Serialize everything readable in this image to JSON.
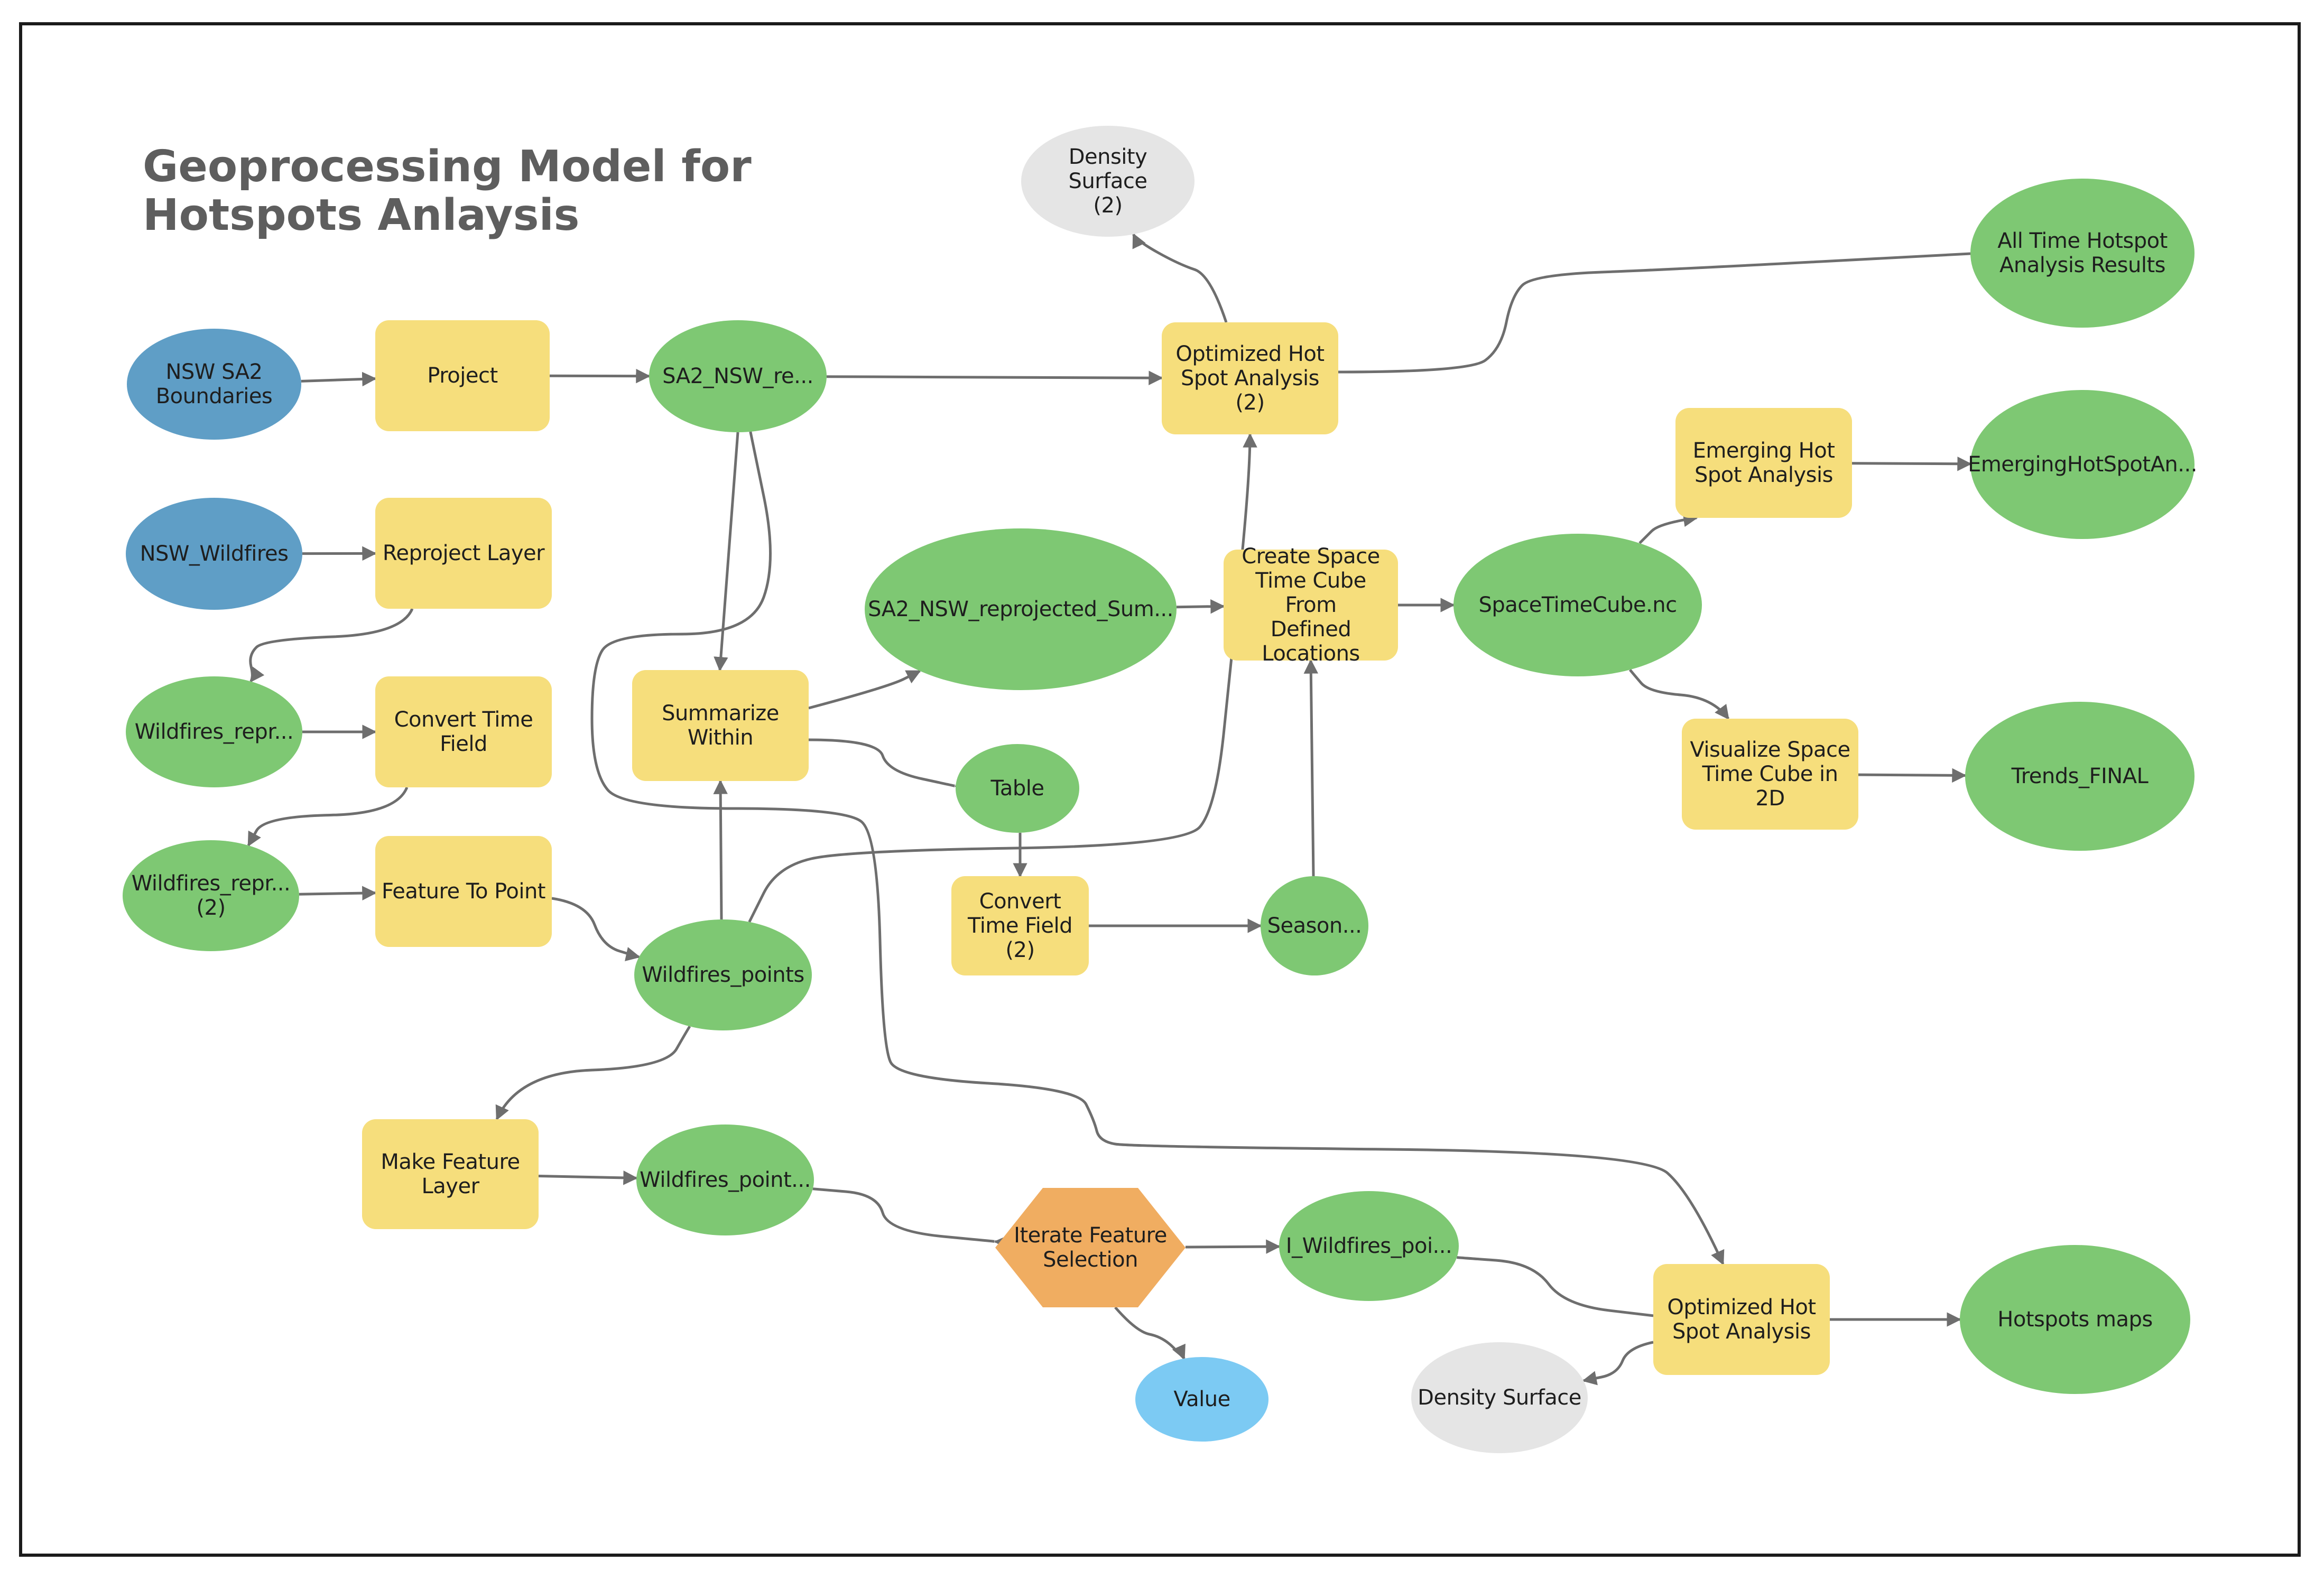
{
  "title": {
    "line1": "Geoprocessing Model for",
    "line2": "Hotspots Anlaysis"
  },
  "colors": {
    "input_blue": "#5f9ec6",
    "output_green": "#7ec873",
    "tool_yellow": "#f6de7c",
    "iterator_orange": "#f0ad61",
    "value_blue": "#7ccaf3",
    "grey_output": "#e5e5e5",
    "connector": "#6e6e6e"
  },
  "nodes": [
    {
      "id": "nsw_sa2",
      "label": "NSW SA2\nBoundaries",
      "shape": "ellipse",
      "kind": "input"
    },
    {
      "id": "project",
      "label": "Project",
      "shape": "rect",
      "kind": "tool"
    },
    {
      "id": "sa2_nsw_re",
      "label": "SA2_NSW_re...",
      "shape": "ellipse",
      "kind": "output"
    },
    {
      "id": "density_surface_2",
      "label": "Density Surface\n(2)",
      "shape": "ellipse",
      "kind": "grey"
    },
    {
      "id": "optimized_hot_spot_2",
      "label": "Optimized Hot\nSpot Analysis (2)",
      "shape": "rect",
      "kind": "tool"
    },
    {
      "id": "all_time_results",
      "label": "All Time Hotspot\nAnalysis Results",
      "shape": "ellipse",
      "kind": "output"
    },
    {
      "id": "nsw_wildfires",
      "label": "NSW_Wildfires",
      "shape": "ellipse",
      "kind": "input"
    },
    {
      "id": "reproject_layer",
      "label": "Reproject Layer",
      "shape": "rect",
      "kind": "tool"
    },
    {
      "id": "emerging_hot_spot",
      "label": "Emerging Hot\nSpot Analysis",
      "shape": "rect",
      "kind": "tool"
    },
    {
      "id": "emerging_output",
      "label": "EmergingHotSpotAn...",
      "shape": "ellipse",
      "kind": "output"
    },
    {
      "id": "sa2_summary",
      "label": "SA2_NSW_reprojected_Sum...",
      "shape": "ellipse",
      "kind": "output"
    },
    {
      "id": "create_space_time_cube",
      "label": "Create Space\nTime Cube From\nDefined\nLocations",
      "shape": "rect",
      "kind": "tool"
    },
    {
      "id": "space_time_cube",
      "label": "SpaceTimeCube.nc",
      "shape": "ellipse",
      "kind": "output"
    },
    {
      "id": "wildfires_repr",
      "label": "Wildfires_repr...",
      "shape": "ellipse",
      "kind": "output"
    },
    {
      "id": "convert_time_field",
      "label": "Convert Time\nField",
      "shape": "rect",
      "kind": "tool"
    },
    {
      "id": "summarize_within",
      "label": "Summarize\nWithin",
      "shape": "rect",
      "kind": "tool"
    },
    {
      "id": "table",
      "label": "Table",
      "shape": "ellipse",
      "kind": "output"
    },
    {
      "id": "visualize_space_time",
      "label": "Visualize Space\nTime Cube in 2D",
      "shape": "rect",
      "kind": "tool"
    },
    {
      "id": "trends_final",
      "label": "Trends_FINAL",
      "shape": "ellipse",
      "kind": "output"
    },
    {
      "id": "wildfires_repr_2",
      "label": "Wildfires_repr...\n(2)",
      "shape": "ellipse",
      "kind": "output"
    },
    {
      "id": "feature_to_point",
      "label": "Feature To Point",
      "shape": "rect",
      "kind": "tool"
    },
    {
      "id": "convert_time_field_2",
      "label": "Convert\nTime Field\n(2)",
      "shape": "rect",
      "kind": "tool"
    },
    {
      "id": "season",
      "label": "Season...",
      "shape": "ellipse",
      "kind": "output"
    },
    {
      "id": "wildfires_points",
      "label": "Wildfires_points",
      "shape": "ellipse",
      "kind": "output"
    },
    {
      "id": "make_feature_layer",
      "label": "Make Feature\nLayer",
      "shape": "rect",
      "kind": "tool"
    },
    {
      "id": "wildfires_point_layer",
      "label": "Wildfires_point...",
      "shape": "ellipse",
      "kind": "output"
    },
    {
      "id": "iterate_feature_selection",
      "label": "Iterate Feature\nSelection",
      "shape": "hex",
      "kind": "iterator"
    },
    {
      "id": "i_wildfires_poi",
      "label": "I_Wildfires_poi...",
      "shape": "ellipse",
      "kind": "output"
    },
    {
      "id": "optimized_hot_spot",
      "label": "Optimized Hot\nSpot Analysis",
      "shape": "rect",
      "kind": "tool"
    },
    {
      "id": "hotspots_maps",
      "label": "Hotspots maps",
      "shape": "ellipse",
      "kind": "output"
    },
    {
      "id": "value",
      "label": "Value",
      "shape": "ellipse",
      "kind": "value"
    },
    {
      "id": "density_surface",
      "label": "Density Surface",
      "shape": "ellipse",
      "kind": "grey"
    }
  ],
  "edges": [
    {
      "from": "nsw_sa2",
      "to": "project"
    },
    {
      "from": "project",
      "to": "sa2_nsw_re"
    },
    {
      "from": "sa2_nsw_re",
      "to": "optimized_hot_spot_2"
    },
    {
      "from": "optimized_hot_spot_2",
      "to": "density_surface_2"
    },
    {
      "from": "optimized_hot_spot_2",
      "to": "all_time_results"
    },
    {
      "from": "sa2_nsw_re",
      "to": "summarize_within"
    },
    {
      "from": "sa2_nsw_re",
      "to": "optimized_hot_spot"
    },
    {
      "from": "nsw_wildfires",
      "to": "reproject_layer"
    },
    {
      "from": "reproject_layer",
      "to": "wildfires_repr"
    },
    {
      "from": "wildfires_repr",
      "to": "convert_time_field"
    },
    {
      "from": "convert_time_field",
      "to": "wildfires_repr_2"
    },
    {
      "from": "wildfires_repr_2",
      "to": "feature_to_point"
    },
    {
      "from": "feature_to_point",
      "to": "wildfires_points"
    },
    {
      "from": "wildfires_points",
      "to": "summarize_within"
    },
    {
      "from": "wildfires_points",
      "to": "optimized_hot_spot_2"
    },
    {
      "from": "wildfires_points",
      "to": "make_feature_layer"
    },
    {
      "from": "summarize_within",
      "to": "sa2_summary"
    },
    {
      "from": "summarize_within",
      "to": "table"
    },
    {
      "from": "table",
      "to": "convert_time_field_2"
    },
    {
      "from": "convert_time_field_2",
      "to": "season"
    },
    {
      "from": "season",
      "to": "create_space_time_cube"
    },
    {
      "from": "sa2_summary",
      "to": "create_space_time_cube"
    },
    {
      "from": "create_space_time_cube",
      "to": "space_time_cube"
    },
    {
      "from": "space_time_cube",
      "to": "emerging_hot_spot"
    },
    {
      "from": "emerging_hot_spot",
      "to": "emerging_output"
    },
    {
      "from": "space_time_cube",
      "to": "visualize_space_time"
    },
    {
      "from": "visualize_space_time",
      "to": "trends_final"
    },
    {
      "from": "make_feature_layer",
      "to": "wildfires_point_layer"
    },
    {
      "from": "wildfires_point_layer",
      "to": "iterate_feature_selection"
    },
    {
      "from": "iterate_feature_selection",
      "to": "i_wildfires_poi"
    },
    {
      "from": "iterate_feature_selection",
      "to": "value"
    },
    {
      "from": "i_wildfires_poi",
      "to": "optimized_hot_spot"
    },
    {
      "from": "optimized_hot_spot",
      "to": "hotspots_maps"
    },
    {
      "from": "optimized_hot_spot",
      "to": "density_surface"
    }
  ]
}
